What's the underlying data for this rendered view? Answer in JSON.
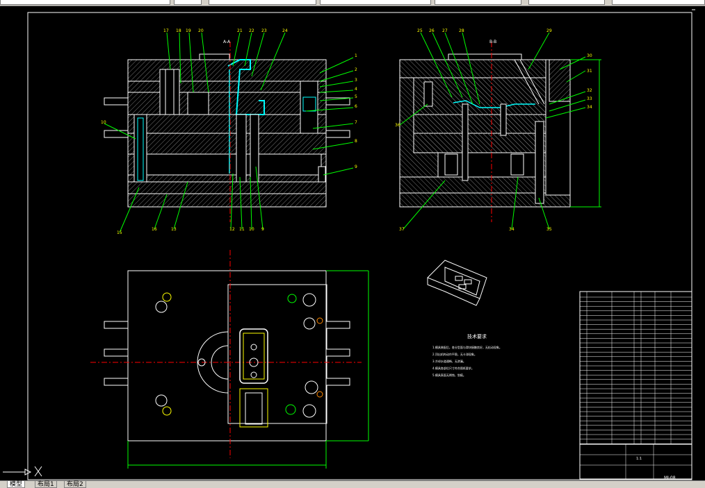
{
  "app": {
    "top_tabs": [
      "",
      "",
      "",
      "",
      "",
      "",
      ""
    ],
    "layout_tabs": [
      "模型",
      "布局1",
      "布局2"
    ]
  },
  "drawing": {
    "section_label_left": "A-A",
    "section_label_right": "B-B",
    "tech_title": "技术要求",
    "tech_lines": [
      "1.模具装配后，各分型面与滑块接触良好，无松动现象。",
      "2.顶出机构动作平稳，无卡滞现象。",
      "3.冷却水道通畅，无渗漏。",
      "4.模具各部位尺寸符合图纸要求。",
      "5.模具表面无锈蚀，划痕。"
    ],
    "part_numbers_top": [
      "17",
      "18",
      "19",
      "20",
      "A-A",
      "21",
      "22",
      "23",
      "24"
    ],
    "part_numbers_right": [
      "1",
      "2",
      "3",
      "4",
      "5",
      "6",
      "7",
      "8"
    ],
    "part_numbers_bottom": [
      "15",
      "16",
      "13",
      "12",
      "11",
      "10",
      "9"
    ],
    "part_numbers_right_view": [
      "25",
      "26",
      "27",
      "28",
      "B-B",
      "29",
      "30",
      "31",
      "32",
      "33",
      "34",
      "35",
      "36",
      "37"
    ],
    "title_block": {
      "drawing_no": "MJ-08",
      "scale": "1:1"
    }
  },
  "colors": {
    "background": "#000000",
    "lines": "#ffffff",
    "border": "#ffffff",
    "hatch": "#808080",
    "cyan": "#00ffff",
    "green": "#00ff00",
    "yellow": "#ffff00",
    "red": "#ff0000",
    "orange": "#ff8800"
  }
}
